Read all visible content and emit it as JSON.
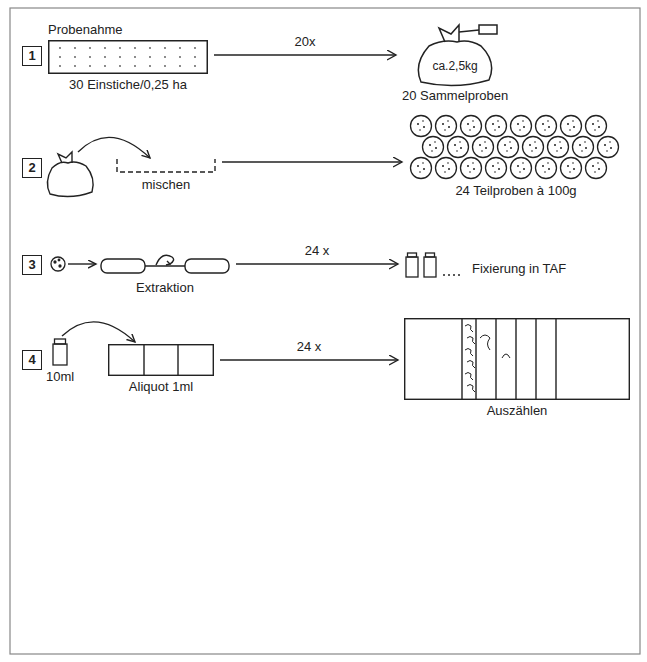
{
  "diagram": {
    "nodes": [
      {
        "text": [
          "1"
        ]
      },
      {
        "text": [
          "Probenahme",
          "30 Einstiche/0,25 ha"
        ]
      },
      {
        "text": [
          "ca.2,5kg",
          "20 Sammelproben"
        ]
      },
      {
        "text": [
          "2"
        ]
      },
      {
        "text": [
          "mischen"
        ]
      },
      {
        "text": [
          "24 Teilproben à 100g"
        ]
      },
      {
        "text": [
          "3"
        ]
      },
      {
        "text": [
          "Extraktion"
        ]
      },
      {
        "text": [
          "Fixierung in TAF"
        ]
      },
      {
        "text": [
          "4"
        ]
      },
      {
        "text": [
          "10ml"
        ]
      },
      {
        "text": [
          "Aliquot 1ml"
        ]
      },
      {
        "text": [
          "Auszählen"
        ]
      }
    ],
    "edges": [
      {
        "from": 1,
        "to": 2,
        "label": "20x",
        "arrow": "to"
      },
      {
        "from": 4,
        "to": 5,
        "arrow": "to"
      },
      {
        "from": 7,
        "to": 8,
        "label": "24 x",
        "arrow": "to"
      },
      {
        "from": 11,
        "to": 12,
        "label": "24 x",
        "arrow": "to"
      }
    ]
  }
}
